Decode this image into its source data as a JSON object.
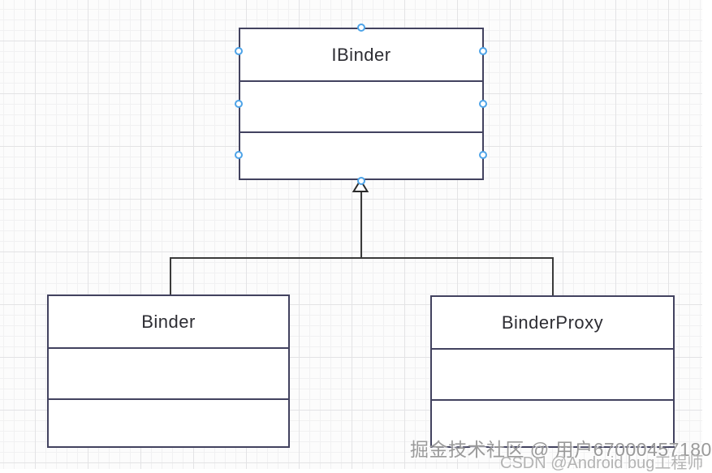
{
  "diagram": {
    "type": "uml-class-diagram",
    "classes": [
      {
        "id": "ibinder",
        "title": "IBinder",
        "compartments": [
          "",
          ""
        ],
        "selected": true
      },
      {
        "id": "binder",
        "title": "Binder",
        "compartments": [
          "",
          ""
        ],
        "selected": false
      },
      {
        "id": "binder-proxy",
        "title": "BinderProxy",
        "compartments": [
          "",
          ""
        ],
        "selected": false
      }
    ],
    "relationships": [
      {
        "type": "inheritance",
        "from": "Binder",
        "to": "IBinder"
      },
      {
        "type": "inheritance",
        "from": "BinderProxy",
        "to": "IBinder"
      }
    ]
  },
  "watermarks": {
    "primary": "掘金技术社区 @ 用户67000457180",
    "secondary": "CSDN @Android bug工程师"
  },
  "colors": {
    "canvas_background": "#fcfcfc",
    "grid_minor": "#f1f1f2",
    "grid_major": "#e3e3e5",
    "shape_fill": "#ffffff",
    "shape_border": "#42425f",
    "connector": "#3a3a3a",
    "selection_handle": "#4da3e8",
    "title_text": "#2d2d33",
    "watermark_primary": "#9a9a9a",
    "watermark_secondary": "#b3b3b3"
  }
}
